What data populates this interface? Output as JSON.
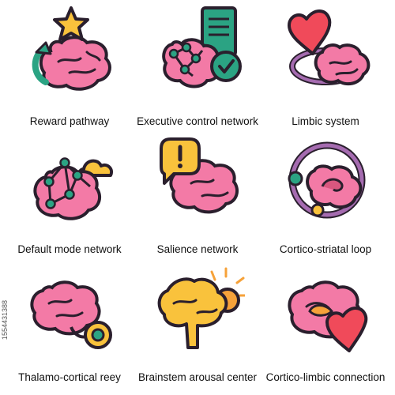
{
  "colors": {
    "outline": "#2a1f2d",
    "brain": "#f37aa6",
    "brain_shade": "#d9577f",
    "gold": "#f9c23c",
    "teal": "#2ba383",
    "red": "#f04a5a",
    "purple": "#a56bb0",
    "orange": "#f6a23a"
  },
  "tiles": [
    {
      "label": "Reward pathway",
      "icon": "reward-pathway-icon"
    },
    {
      "label": "Executive control network",
      "icon": "executive-control-icon"
    },
    {
      "label": "Limbic system",
      "icon": "limbic-system-icon"
    },
    {
      "label": "Default mode network",
      "icon": "default-mode-icon"
    },
    {
      "label": "Salience network",
      "icon": "salience-network-icon"
    },
    {
      "label": "Cortico-striatal loop",
      "icon": "cortico-striatal-icon"
    },
    {
      "label": "Thalamo-cortical reey",
      "icon": "thalamo-cortical-icon"
    },
    {
      "label": "Brainstem arousal center",
      "icon": "brainstem-arousal-icon"
    },
    {
      "label": "Cortico-limbic connection",
      "icon": "cortico-limbic-icon"
    }
  ],
  "stock_id": "1554431388"
}
